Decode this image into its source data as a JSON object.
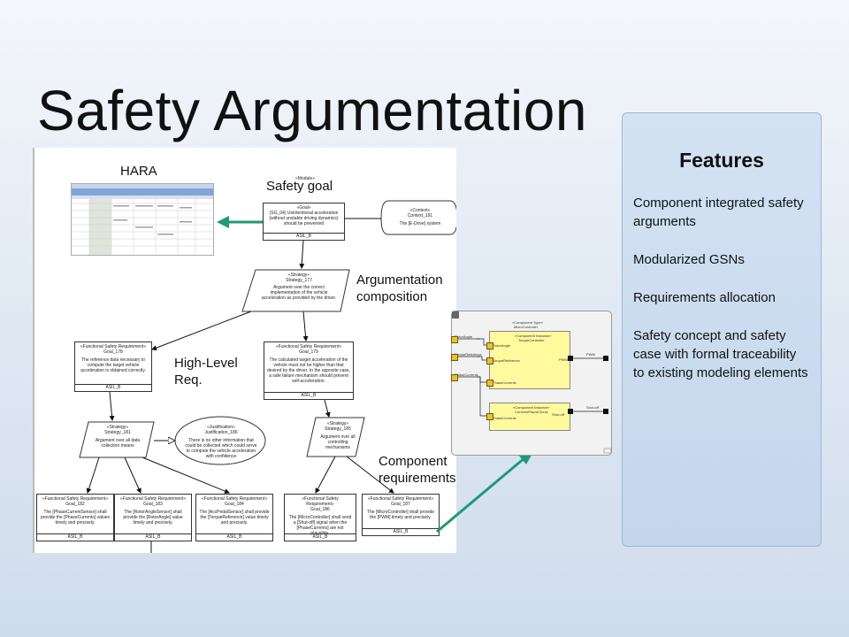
{
  "slide": {
    "title": "Safety Argumentation"
  },
  "features": {
    "heading": "Features",
    "items": [
      "Component integrated safety arguments",
      "Modularized GSNs",
      "Requirements allocation",
      "Safety concept and safety case with formal traceability to existing modeling elements"
    ]
  },
  "diagram": {
    "labels": {
      "hara": "HARA",
      "safety_goal": "Safety goal",
      "argumentation": "Argumentation composition",
      "high_level": "High-Level Req.",
      "component_req": "Component requirements"
    },
    "goal": {
      "stereotype": "«Goal»",
      "text": "(SG_04) Unintentional acceleration (without unstable driving dynamics) should be prevented",
      "asil": "ASIL_B",
      "module": "«Module»"
    },
    "context": {
      "stereotype": "«Context»",
      "id": "Context_191",
      "text": "The [E-Drive] system"
    },
    "strategy_177": {
      "stereotype": "«Strategy»",
      "id": "Strategy_177",
      "text": "Argument over the correct implementation of the vehicle acceleration as provided by the driver."
    },
    "goal_178": {
      "stereotype": "«Functional Safety Requirement»",
      "id": "Goal_178",
      "text": "The reference data necessary to compute the target vehicle acceleration is obtained correctly.",
      "asil": "ASIL_B"
    },
    "goal_179": {
      "stereotype": "«Functional Safety Requirement»",
      "id": "Goal_179",
      "text": "The calculated target acceleration of the vehicle must not be higher than that desired by the driver. In the opposite case, a safe failure mechanism should prevent self-acceleration.",
      "asil": "ASIL_B"
    },
    "strategy_181": {
      "stereotype": "«Strategy»",
      "id": "Strategy_181",
      "text": "Argument over all data collection means"
    },
    "justification": {
      "stereotype": "«Justification»",
      "id": "Justification_186",
      "text": "There is no other information that could be collected which could serve to compute the vehicle acceleration with confidence"
    },
    "strategy_185": {
      "stereotype": "«Strategy»",
      "id": "Strategy_185",
      "text": "Argument over all controlling mechanisms"
    },
    "goal_182": {
      "stereotype": "«Functional Safety Requirement»",
      "id": "Goal_182",
      "text": "The [PhaseCurrentSensor] shall provide the [PhaseCurrents] values timely and precisely.",
      "asil": "ASIL_B"
    },
    "goal_183": {
      "stereotype": "«Functional Safety Requirement»",
      "id": "Goal_183",
      "text": "The [RotorAngleSensor] shall provide the [RotorAngle] value timely and precisely.",
      "asil": "ASIL_B"
    },
    "goal_184_left": {
      "stereotype": "«Functional Safety Requirement»",
      "id": "Goal_184",
      "text": "The [AccPedalSensor] shall provide the [TorqueReference] value timely and precisely.",
      "asil": "ASIL_B"
    },
    "goal_186": {
      "stereotype": "«Functional Safety Requirement»",
      "id": "Goal_186",
      "text": "The [MicroController] shall send a [Shut-off] signal when the [PhaseCurrents] are not plausible.",
      "asil": "ASIL_B"
    },
    "goal_187": {
      "stereotype": "«Functional Safety Requirement»",
      "id": "Goal_187",
      "text": "The [MicroController] shall provide the [PWM] timely and precisely.",
      "asil": "ASIL_B"
    }
  },
  "component_model": {
    "type_stereo": "«Component Type»",
    "type_name": "MicroController",
    "inst1_stereo": "«Component Instance»",
    "inst1_name": "TorqueController",
    "inst2_stereo": "«Component Instance»",
    "inst2_name": "CurrentsPlausiCheck",
    "ports": {
      "rotor": "RotorAngle",
      "torque": "TorqueReference",
      "phase": "PhaseCurrents",
      "pwm": "PWM",
      "shutoff": "Shut-off"
    },
    "inner_ports": {
      "rotor": "RotorAngle",
      "torque": "TorqueReference",
      "phase": "PhaseCurrents",
      "phase2": "PhaseCurrents",
      "pwm": "PWM",
      "shutoff": "Shut-off"
    }
  },
  "colors": {
    "arrow": "#1e9a78",
    "component_fill": "#fffa9e",
    "port": "#f5c400"
  }
}
